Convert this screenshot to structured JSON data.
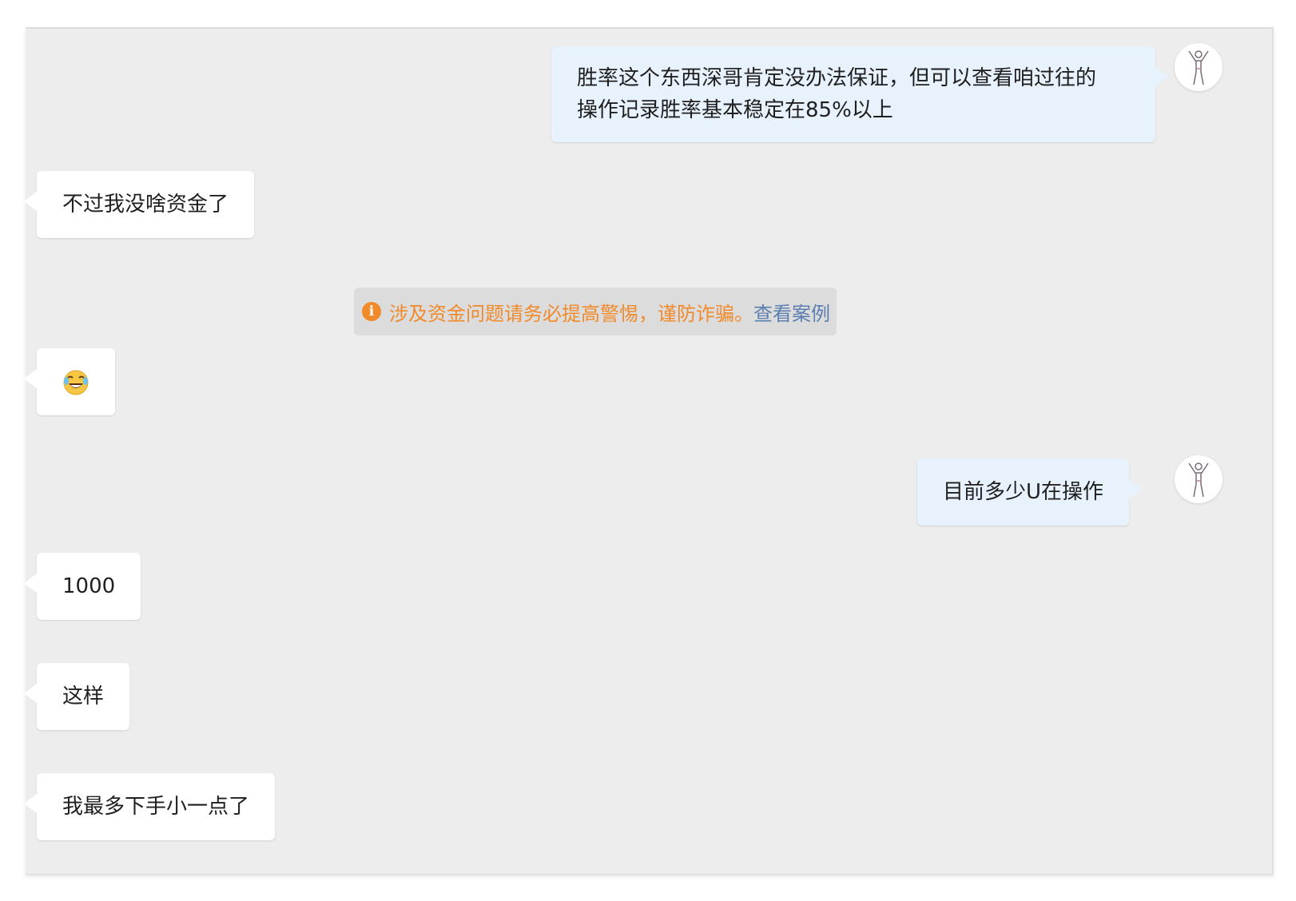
{
  "messages": {
    "m1": {
      "side": "right",
      "text_line1": "胜率这个东西深哥肯定没办法保证，但可以查看咱过往的",
      "text_line2": "操作记录胜率基本稳定在85%以上"
    },
    "m2": {
      "side": "left",
      "text": "不过我没啥资金了"
    },
    "m3": {
      "side": "left",
      "emoji": "laughing-tears-emoji"
    },
    "m4": {
      "side": "right",
      "text": "目前多少U在操作"
    },
    "m5": {
      "side": "left",
      "text": "1000"
    },
    "m6": {
      "side": "left",
      "text": "这样"
    },
    "m7": {
      "side": "left",
      "text": "我最多下手小一点了"
    }
  },
  "notice": {
    "icon": "info-icon",
    "warning": "涉及资金问题请务必提高警惕，谨防诈骗。",
    "link": "查看案例"
  },
  "colors": {
    "panel_bg": "#ededed",
    "left_bubble": "#ffffff",
    "right_bubble": "#e8f2fc",
    "warning": "#f08a2b",
    "link": "#5b7fb0"
  }
}
